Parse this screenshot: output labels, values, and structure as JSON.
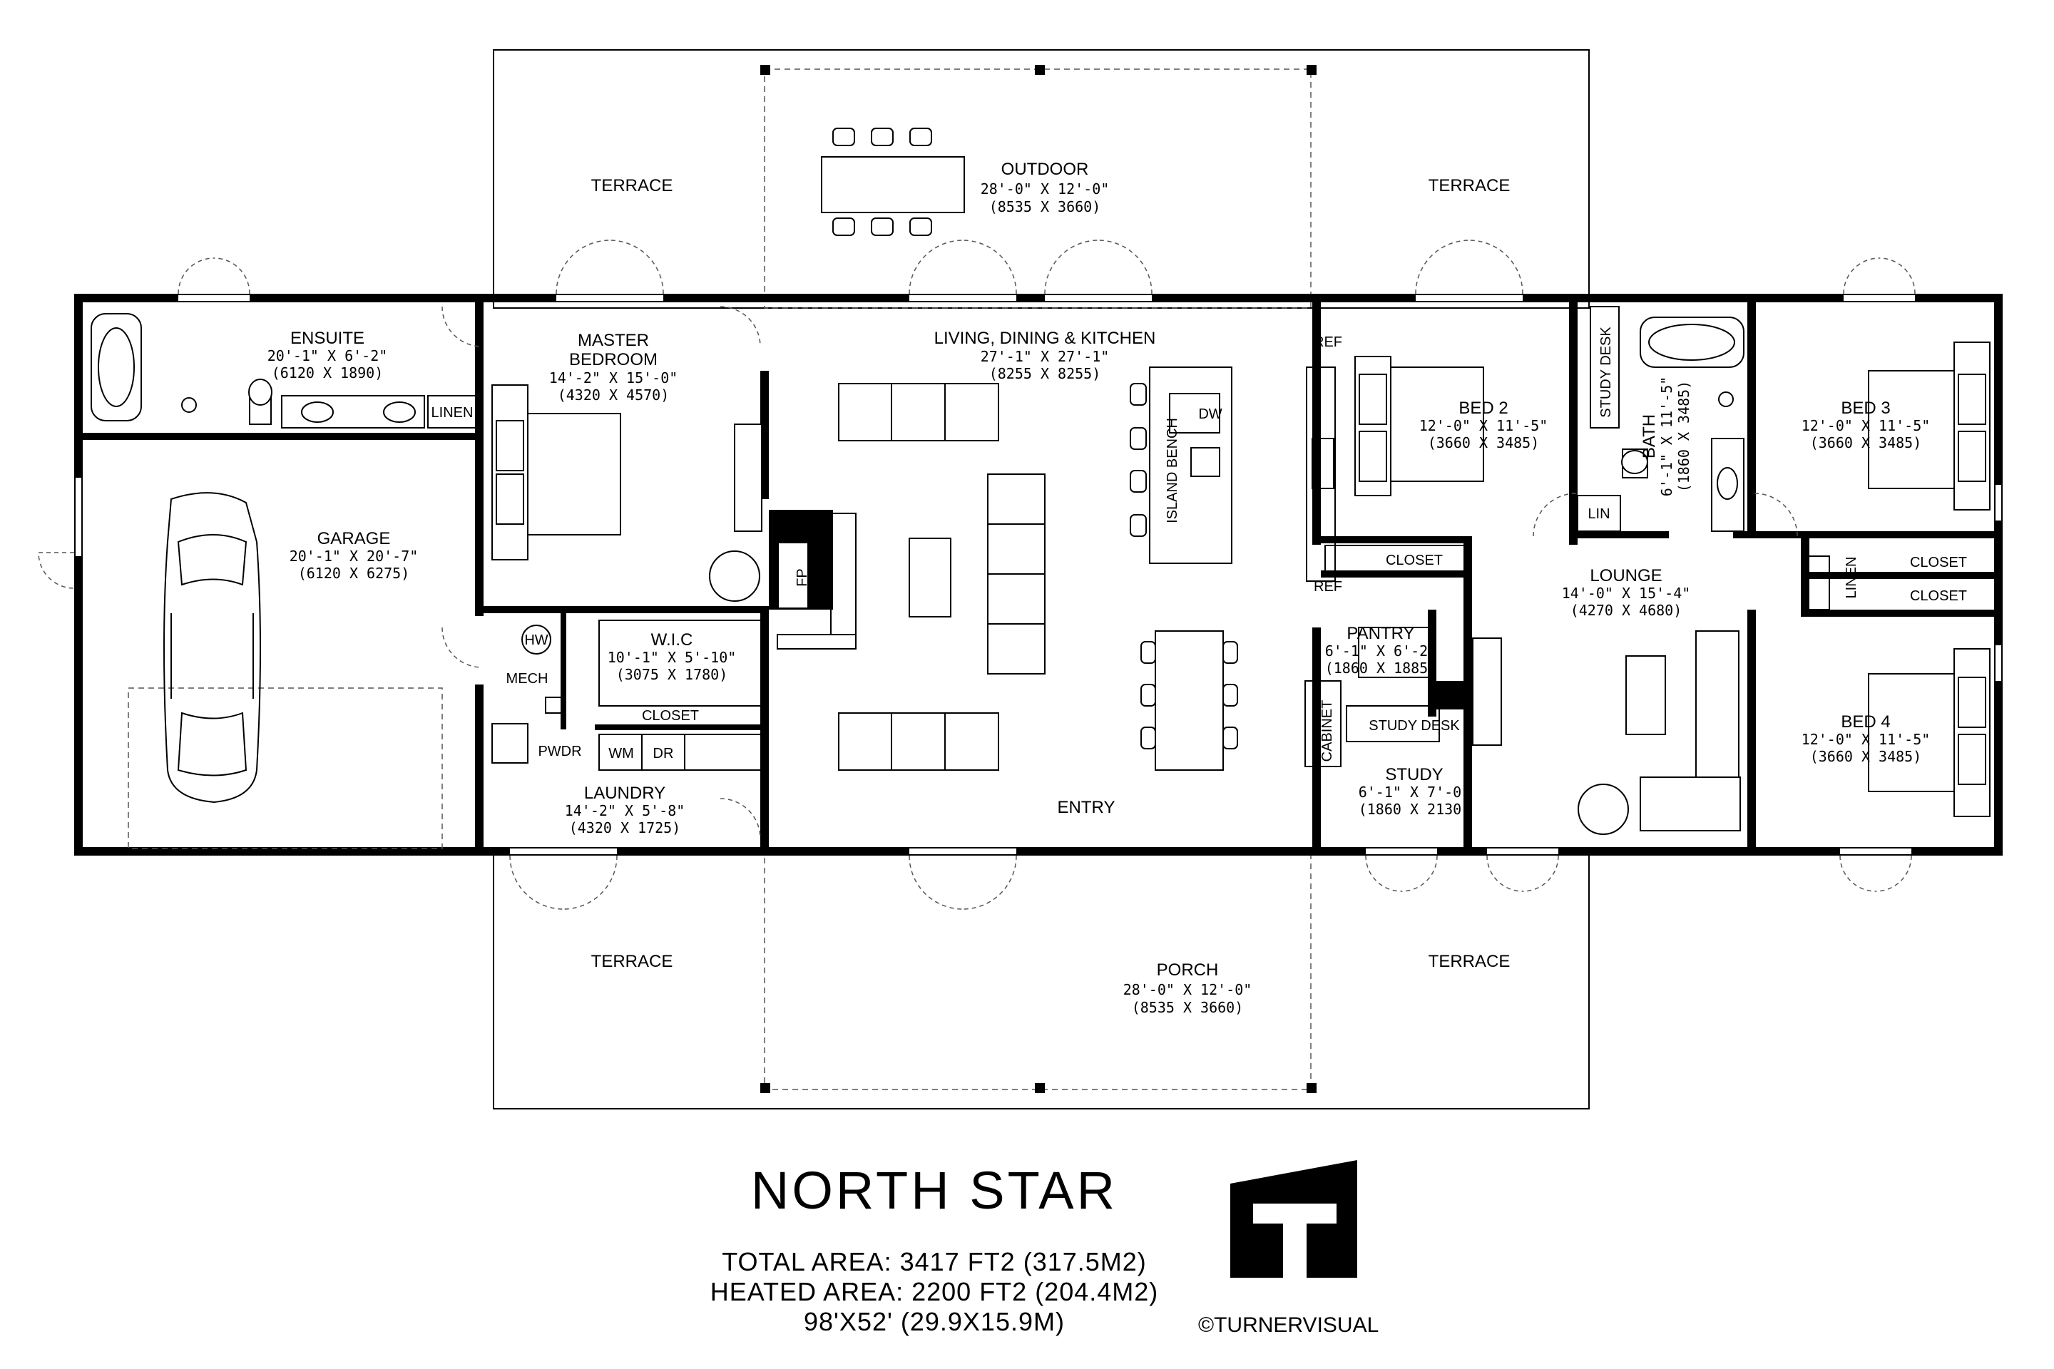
{
  "outdoor_labels": {
    "terrace_tl": "TERRACE",
    "terrace_tr": "TERRACE",
    "terrace_bl": "TERRACE",
    "terrace_br": "TERRACE",
    "outdoor": {
      "name": "OUTDOOR",
      "imperial": "28'-0\" X 12'-0\"",
      "metric": "(8535 X 3660)"
    },
    "porch": {
      "name": "PORCH",
      "imperial": "28'-0\" X 12'-0\"",
      "metric": "(8535 X 3660)"
    }
  },
  "rooms": {
    "ensuite": {
      "name": "ENSUITE",
      "imperial": "20'-1\" X 6'-2\"",
      "metric": "(6120 X 1890)"
    },
    "master": {
      "name1": "MASTER",
      "name2": "BEDROOM",
      "imperial": "14'-2\" X 15'-0\"",
      "metric": "(4320 X 4570)"
    },
    "living": {
      "name": "LIVING, DINING & KITCHEN",
      "imperial": "27'-1\" X 27'-1\"",
      "metric": "(8255 X 8255)"
    },
    "garage": {
      "name": "GARAGE",
      "imperial": "20'-1\" X 20'-7\"",
      "metric": "(6120 X 6275)"
    },
    "wic": {
      "name": "W.I.C",
      "imperial": "10'-1\" X 5'-10\"",
      "metric": "(3075 X 1780)"
    },
    "laundry": {
      "name": "LAUNDRY",
      "imperial": "14'-2\" X 5'-8\"",
      "metric": "(4320 X 1725)"
    },
    "bed2": {
      "name": "BED 2",
      "imperial": "12'-0\" X 11'-5\"",
      "metric": "(3660 X 3485)"
    },
    "bath": {
      "name": "BATH",
      "imperial": "6'-1\" X 11'-5\"",
      "metric": "(1860 X 3485)"
    },
    "bed3": {
      "name": "BED 3",
      "imperial": "12'-0\" X 11'-5\"",
      "metric": "(3660 X 3485)"
    },
    "bed4": {
      "name": "BED 4",
      "imperial": "12'-0\" X 11'-5\"",
      "metric": "(3660 X 3485)"
    },
    "lounge": {
      "name": "LOUNGE",
      "imperial": "14'-0\" X 15'-4\"",
      "metric": "(4270 X 4680)"
    },
    "pantry": {
      "name": "PANTRY",
      "imperial": "6'-1\" X 6'-2\"",
      "metric": "(1860 X 1885)"
    },
    "study": {
      "name": "STUDY",
      "imperial": "6'-1\" X 7'-0\"",
      "metric": "(1860 X 2130)"
    },
    "entry": {
      "name": "ENTRY"
    }
  },
  "fixtures": {
    "linen_ensuite": "LINEN",
    "ref_top": "REF",
    "ref_bottom": "REF",
    "dw": "DW",
    "island": "ISLAND BENCH",
    "fp": "FP",
    "hw": "HW",
    "mech": "MECH",
    "pwdr": "PWDR",
    "closet_wic": "CLOSET",
    "wm": "WM",
    "dr": "DR",
    "closet_bed2": "CLOSET",
    "cabinet": "CABINET",
    "study_desk": "STUDY DESK",
    "study_desk_bath": "STUDY DESK",
    "lin": "LIN",
    "linen_hall": "LINEN",
    "closet_bed3": "CLOSET",
    "closet_bed4": "CLOSET"
  },
  "footer": {
    "title": "NORTH STAR",
    "total_area": "TOTAL AREA: 3417 FT2 (317.5M2)",
    "heated_area": "HEATED AREA: 2200 FT2 (204.4M2)",
    "dimensions": "98'X52' (29.9X15.9M)",
    "credit": "©TURNERVISUAL"
  },
  "colors": {
    "ink": "#000000",
    "paper": "#ffffff",
    "dashed": "#555555"
  }
}
